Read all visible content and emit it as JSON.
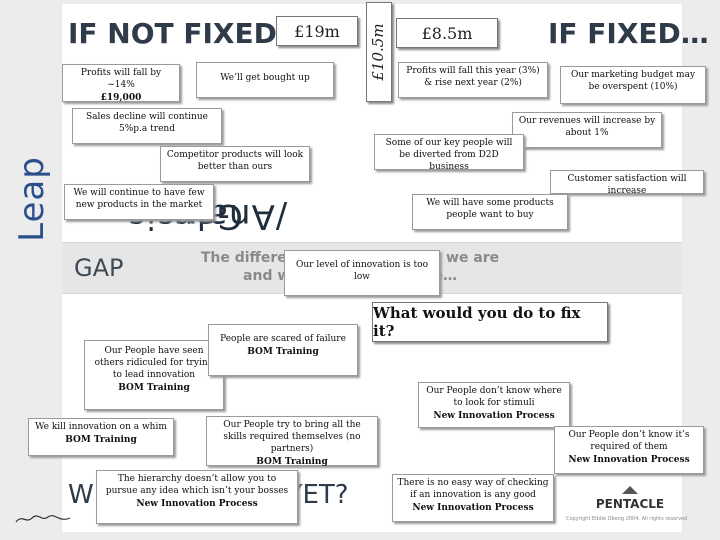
{
  "sidebar_title": {
    "part1": "Gap",
    "part2": "Leap",
    "part3": "/Analysis"
  },
  "headings": {
    "not_fixed": "IF NOT FIXED…",
    "fixed": "IF FIXED…",
    "gap": "GAP",
    "gap_desc_line1": "The difference between where we are",
    "gap_desc_line2": "and where we want to be…",
    "bottom_question": "WHY NOT FIXED YET?"
  },
  "figures": {
    "not_fixed_amount": "£19m",
    "divider_amount": "£10.5m",
    "fixed_amount": "£8.5m"
  },
  "question": "What would you do to fix it?",
  "stickies": {
    "profits_fall": {
      "text": "Profits will fall by ~14%",
      "note": "£19,000"
    },
    "bought_up": {
      "text": "We’ll get bought up"
    },
    "sales_decline": {
      "text": "Sales decline will continue 5%p.a trend"
    },
    "competitor": {
      "text": "Competitor products will look better than ours"
    },
    "few_new": {
      "text": "We will continue to have few new products in the market"
    },
    "profits_this_year": {
      "text": "Profits will fall this year (3%) & rise next year (2%)"
    },
    "marketing_budget": {
      "text": "Our marketing budget may be overspent (10%)"
    },
    "revenues": {
      "text": "Our revenues will increase by about 1%"
    },
    "key_people": {
      "text": "Some of our key people will be diverted from D2D business"
    },
    "satisfaction": {
      "text": "Customer satisfaction will increase"
    },
    "want_to_buy": {
      "text": "We will have some products people want to buy"
    },
    "innovation_level": {
      "text": "Our level of innovation is too low"
    },
    "ridiculed": {
      "text": "Our People have seen others ridiculed for trying to lead innovation",
      "note": "BOM Training"
    },
    "scared": {
      "text": "People are scared of failure",
      "note": "BOM Training"
    },
    "kill_innovation": {
      "text": "We kill innovation on a whim",
      "note": "BOM Training"
    },
    "skills": {
      "text": "Our People try to bring all the skills required themselves (no partners)",
      "note": "BOM Training"
    },
    "hierarchy": {
      "text": "The hierarchy doesn’t allow you to pursue any idea which isn’t your bosses",
      "note": "New Innovation Process"
    },
    "stimuli": {
      "text": "Our People don’t know where to look for stimuli",
      "note": "New Innovation Process"
    },
    "required_of_them": {
      "text": "Our People don’t know it’s required of them",
      "note": "New Innovation Process"
    },
    "checking": {
      "text": "There is no easy way of checking if an innovation is any good",
      "note": "New Innovation Process"
    }
  },
  "logo_text": "PENTACLE",
  "copyright": "Copyright Eddie Obeng 2004. All rights reserved",
  "colors": {
    "heading": "#2f3b48",
    "title_accent": "#2b4f8c",
    "gap_bar": "#e6e6e6"
  }
}
